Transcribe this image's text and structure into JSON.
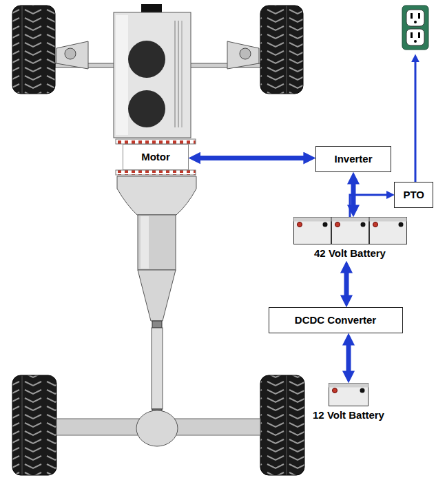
{
  "diagram": {
    "nodes": [
      {
        "text": [
          "Motor"
        ]
      },
      {
        "text": [
          "Inverter"
        ]
      },
      {
        "text": [
          "PTO"
        ]
      },
      {
        "text": [
          "42 Volt Battery"
        ]
      },
      {
        "text": [
          "DCDC Converter"
        ]
      },
      {
        "text": [
          "12 Volt Battery"
        ]
      }
    ],
    "edges": [
      {
        "from": 0,
        "to": 1,
        "arrow": "both"
      },
      {
        "from": 1,
        "to": 3,
        "arrow": "both"
      },
      {
        "from": 3,
        "to": 2,
        "arrow": "to"
      },
      {
        "from": 3,
        "to": 4,
        "arrow": "both"
      },
      {
        "from": 4,
        "to": 5,
        "arrow": "both"
      }
    ]
  }
}
